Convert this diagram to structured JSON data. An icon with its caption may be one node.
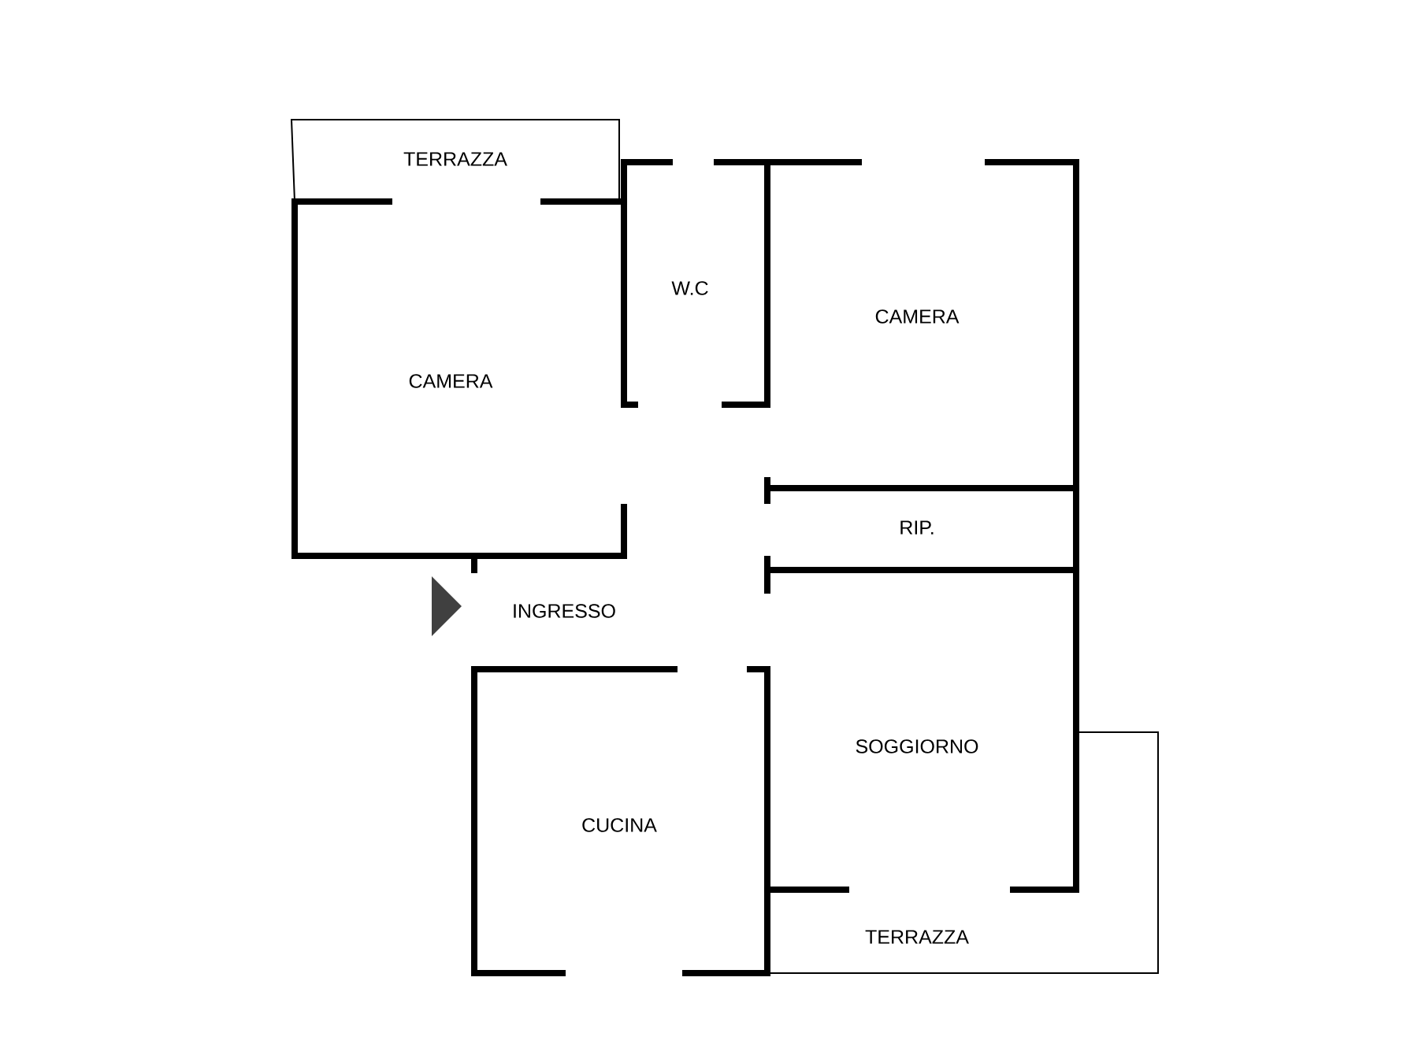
{
  "diagram": {
    "labels": [
      "TERRAZZA",
      "W.C",
      "CAMERA",
      "CAMERA",
      "RIP.",
      "INGRESSO",
      "SOGGIORNO",
      "CUCINA",
      "TERRAZZA"
    ]
  }
}
